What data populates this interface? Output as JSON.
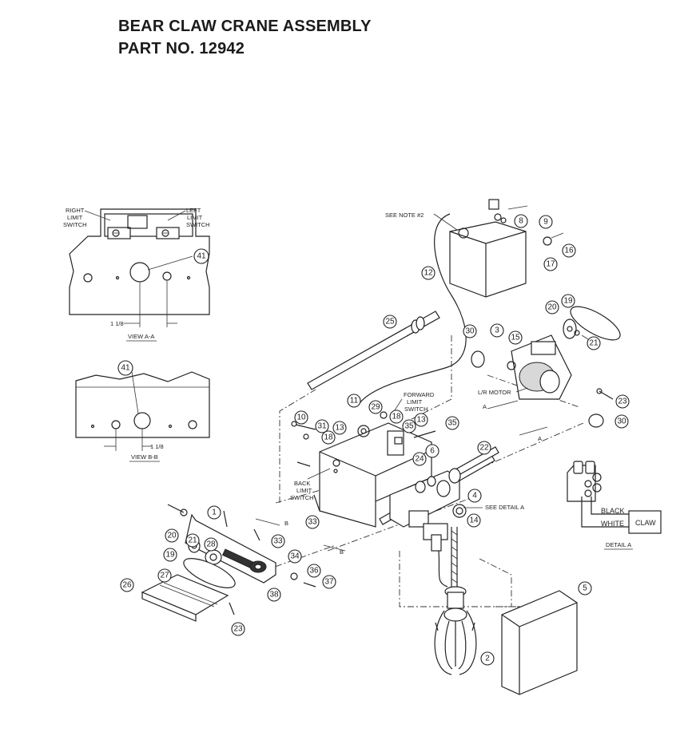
{
  "header": {
    "title": "BEAR CLAW CRANE ASSEMBLY",
    "part_no": "PART NO.  12942"
  },
  "view_a": {
    "right_limit": [
      "RIGHT",
      "LIMIT",
      "SWITCH"
    ],
    "left_limit": [
      "LEFT",
      "LIMIT",
      "SWITCH"
    ],
    "dimension": "1 1/8",
    "caption": "VIEW A-A",
    "callout": "41"
  },
  "view_b": {
    "dimension": "1 1/8",
    "caption": "VIEW B-B",
    "callout": "41"
  },
  "main_labels": {
    "see_note": "SEE NOTE #2",
    "lr_motor": "L/R MOTOR",
    "forward_limit": [
      "FORWARD",
      "LIMIT",
      "SWITCH"
    ],
    "back_limit": [
      "BACK",
      "LIMIT",
      "SWITCH"
    ],
    "see_detail": "SEE DETAIL A",
    "section_a": "A",
    "section_b": "B"
  },
  "detail_a": {
    "black": "BLACK",
    "white": "WHITE",
    "claw": "CLAW",
    "caption": "DETAIL A"
  },
  "callouts": {
    "c1": "1",
    "c2": "2",
    "c3": "3",
    "c4": "4",
    "c5": "5",
    "c6": "6",
    "c8": "8",
    "c9": "9",
    "c10": "10",
    "c11": "11",
    "c12": "12",
    "c13a": "13",
    "c13b": "13",
    "c14": "14",
    "c15": "15",
    "c16": "16",
    "c17": "17",
    "c18a": "18",
    "c18b": "18",
    "c19a": "19",
    "c19b": "19",
    "c20a": "20",
    "c20b": "20",
    "c21a": "21",
    "c21b": "21",
    "c22": "22",
    "c23a": "23",
    "c23b": "23",
    "c24": "24",
    "c25": "25",
    "c26": "26",
    "c27": "27",
    "c28": "28",
    "c29": "29",
    "c30a": "30",
    "c30b": "30",
    "c31": "31",
    "c33a": "33",
    "c33b": "33",
    "c34": "34",
    "c35a": "35",
    "c35b": "35",
    "c36": "36",
    "c37": "37",
    "c38": "38"
  }
}
